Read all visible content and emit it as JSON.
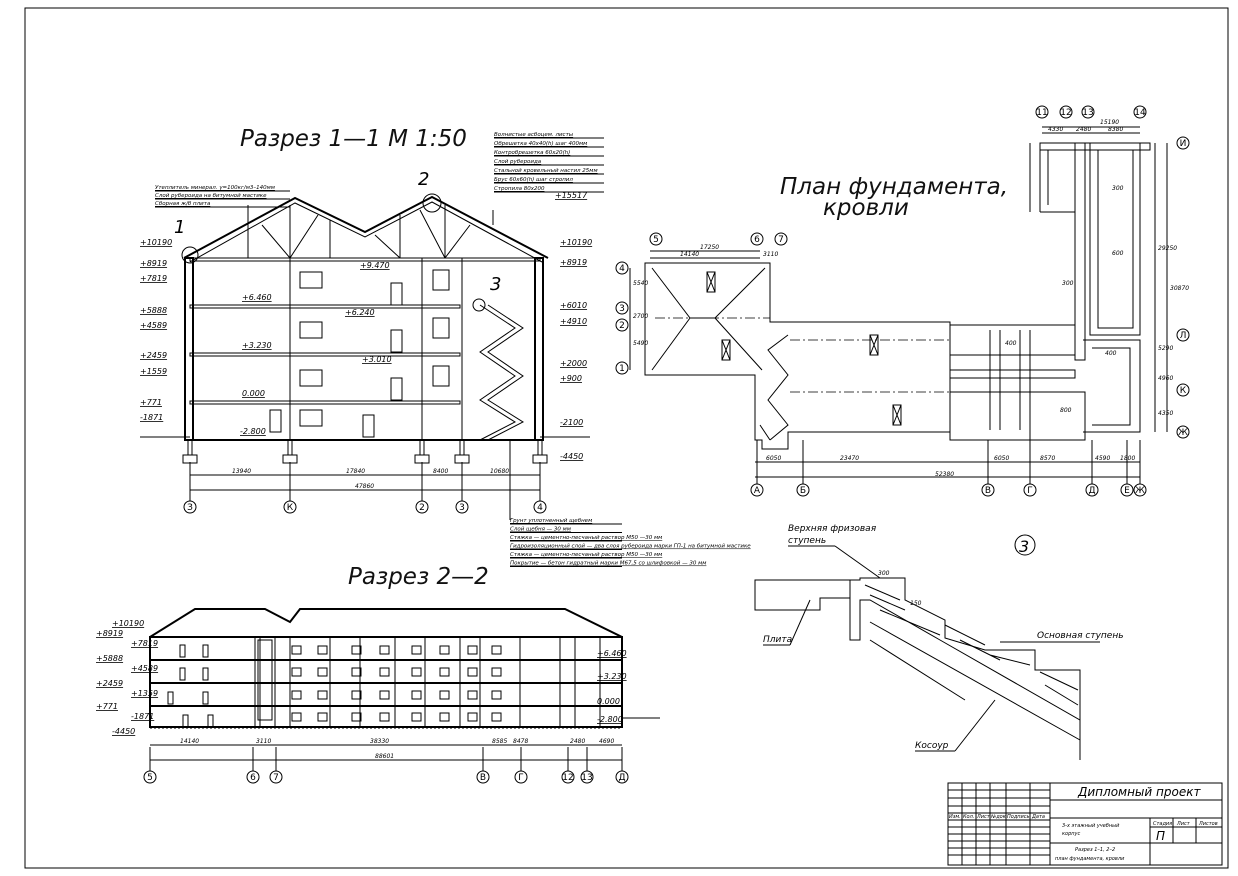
{
  "section_1_1": {
    "title": "Разрез 1—1  М 1:50",
    "callouts": [
      "1",
      "2",
      "3"
    ],
    "levels_left": [
      "+10190",
      "+8919",
      "+7819",
      "+5888",
      "+4589",
      "+2459",
      "+1559",
      "+771",
      "-1871"
    ],
    "levels_right": [
      "+10190",
      "+8919",
      "+6010",
      "+4910",
      "+2000",
      "+900",
      "-2100",
      "-4450"
    ],
    "roof_top_level": "+15517",
    "floor_levels": [
      "+9.470",
      "+6.460",
      "+6.240",
      "+3.230",
      "+3.010",
      "0.000",
      "-2.800"
    ],
    "dims": [
      "13940",
      "17840",
      "8400",
      "10680"
    ],
    "total_dim": "47860",
    "axes": [
      "З",
      "К",
      "2",
      "3",
      "4"
    ],
    "note_left": [
      "Утеплитель минерал. γ=100кг/м3–140мм",
      "Слой рубероида на битумной мастике",
      "Сборная ж/б плита"
    ],
    "note_right": [
      "Волнистые асбоцем. листы",
      "Обрешетка 40х40(h) шаг 400мм",
      "Контробрешетка 60х20(h)",
      "Слой рубероида",
      "Стальной кровельный настил 25мм",
      "Брус 60х60(h) шаг стропил",
      "Стропила 80х200"
    ],
    "note_floor": [
      "Грунт уплотненный щебнем",
      "Слой щебня — 30 мм",
      "Стяжка — цементно-песчаный раствор М50 —30 мм",
      "Гидроизоляционный слой — два слоя рубероида марки ГП-1 на битумной мастике",
      "Стяжка — цементно-песчаный раствор М50 —30 мм",
      "Покрытие — бетон гидратный марки М67,5 со шлифовкой — 30 мм"
    ]
  },
  "section_2_2": {
    "title": "Разрез 2—2",
    "levels_left": [
      "+10190",
      "+8919",
      "+7819",
      "+5888",
      "+4589",
      "+2459",
      "+1359",
      "+771",
      "-1871",
      "-4450"
    ],
    "levels_right": [
      "+6.460",
      "+3.230",
      "0.000",
      "-2.800"
    ],
    "dims": [
      "14140",
      "3110",
      "38330",
      "8585",
      "8478",
      "2480",
      "4690"
    ],
    "total_dim": "88601",
    "axes": [
      "5",
      "6",
      "7",
      "В",
      "Г",
      "12",
      "13",
      "Д"
    ]
  },
  "plan": {
    "title_line1": "План  фундамента,",
    "title_line2": "кровли",
    "top_axes": [
      "11",
      "12",
      "13",
      "14"
    ],
    "top_dims": [
      "4330",
      "2480",
      "8380"
    ],
    "top_total": "15190",
    "left_top_axes": [
      "5",
      "6",
      "7"
    ],
    "left_top_dims": [
      "14140",
      "3110"
    ],
    "left_top_total": "17250",
    "left_axes": [
      "4",
      "3",
      "2",
      "1"
    ],
    "left_dims": [
      "5540",
      "2700",
      "5490"
    ],
    "right_axes": [
      "И",
      "Л",
      "К",
      "Ж"
    ],
    "right_dims": [
      "29250",
      "30870",
      "5290",
      "4960",
      "4350"
    ],
    "bottom_axes": [
      "А",
      "Б",
      "В",
      "Г",
      "Д",
      "Е",
      "Ж"
    ],
    "bottom_dims": [
      "6050",
      "23470",
      "6050",
      "8570",
      "4590",
      "1800"
    ],
    "bottom_total": "52380",
    "footing_labels": [
      "300",
      "300",
      "600",
      "400",
      "400",
      "800"
    ]
  },
  "detail_3": {
    "callout": "3",
    "label_top_1": "Верхняя фризовая",
    "label_top_2": "ступень",
    "label_slab": "Плита",
    "label_step": "Основная ступень",
    "label_stringer": "Косоур",
    "dim_w": "300",
    "dim_h": "150"
  },
  "title_block": {
    "project": "Дипломный проект",
    "col_headers": [
      "Изм.",
      "Кол.",
      "Лист",
      "№док",
      "Подпись",
      "Дата"
    ],
    "building": [
      "3-х этажный учебный",
      "корпус"
    ],
    "stage_header": "Стадия",
    "sheet_header": "Лист",
    "sheets_header": "Листов",
    "stage": "П",
    "sheet_title": [
      "Разрез 1–1, 2–2",
      "план фундамента, кровли"
    ]
  }
}
